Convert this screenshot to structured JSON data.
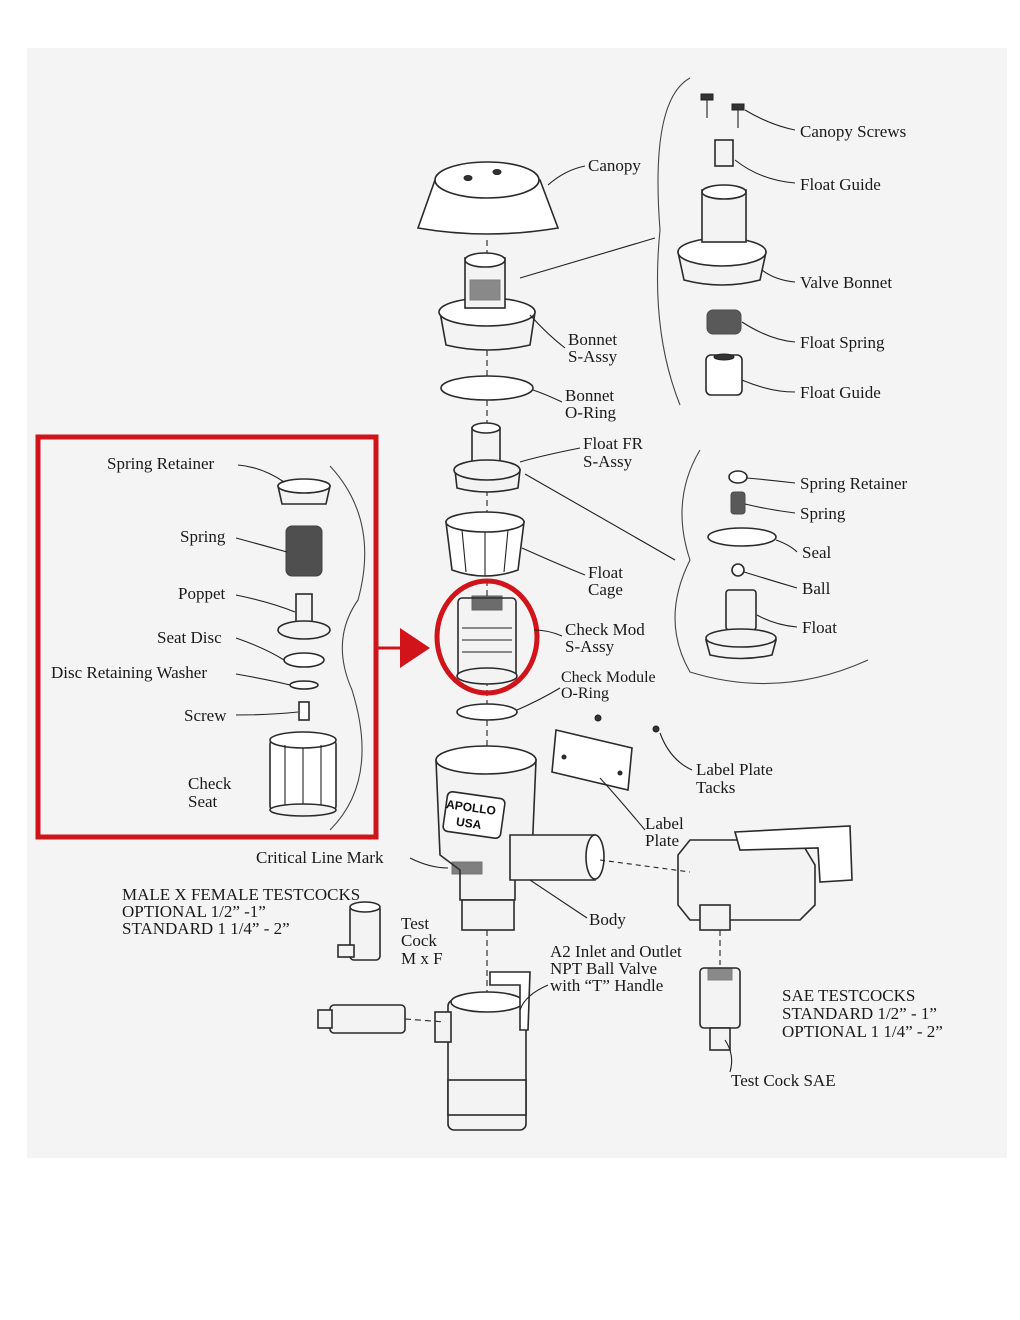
{
  "labels": {
    "canopy_screws": "Canopy Screws",
    "canopy": "Canopy",
    "float_guide_top": "Float Guide",
    "valve_bonnet": "Valve Bonnet",
    "bonnet_s_assy": [
      "Bonnet",
      "S-Assy"
    ],
    "float_spring": "Float Spring",
    "float_guide_bottom": "Float Guide",
    "bonnet_o_ring": [
      "Bonnet",
      "O-Ring"
    ],
    "float_fr_s_assy": [
      "Float FR",
      "S-Assy"
    ],
    "spring_retainer_right": "Spring Retainer",
    "spring_right": "Spring",
    "seal": "Seal",
    "ball": "Ball",
    "float": "Float",
    "float_cage": [
      "Float",
      "Cage"
    ],
    "check_mod_s_assy": [
      "Check Mod",
      "S-Assy"
    ],
    "check_module_o_ring": [
      "Check Module",
      "O-Ring"
    ],
    "label_plate_tacks": [
      "Label Plate",
      "Tacks"
    ],
    "label_plate": [
      "Label",
      "Plate"
    ],
    "critical_line_mark": "Critical Line Mark",
    "body": "Body",
    "male_x_female_testcocks": [
      "MALE X FEMALE TESTCOCKS",
      "OPTIONAL 1/2” -1”",
      "STANDARD 1 1/4” - 2”"
    ],
    "test_cock_m_x_f": [
      "Test",
      "Cock",
      "M x F"
    ],
    "a2_ball_valve": [
      "A2 Inlet and Outlet",
      "NPT Ball Valve",
      "with “T” Handle"
    ],
    "sae_testcocks": [
      "SAE TESTCOCKS",
      "STANDARD 1/2” - 1”",
      "OPTIONAL 1 1/4” - 2”"
    ],
    "test_cock_sae": "Test Cock SAE"
  },
  "inset": {
    "spring_retainer": "Spring Retainer",
    "spring": "Spring",
    "poppet": "Poppet",
    "seat_disc": "Seat Disc",
    "disc_retaining_washer": "Disc Retaining Washer",
    "screw": "Screw",
    "check_seat": [
      "Check",
      "Seat"
    ]
  },
  "brand": {
    "line1": "APOLLO",
    "line2": "USA"
  },
  "colors": {
    "highlight": "#d0141a",
    "panel_bg": "#f4f4f4",
    "ink": "#1a1a1a"
  }
}
